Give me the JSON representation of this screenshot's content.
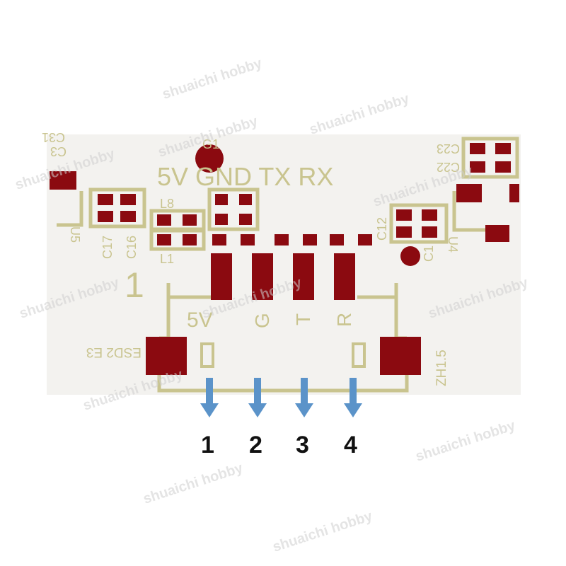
{
  "colors": {
    "board": "#f3f2ef",
    "copper": "#8b0a10",
    "pad_ring": "#ffffff",
    "silk": "#c9c48f",
    "arrow": "#5b93c9"
  },
  "silk_text": {
    "top_labels": "5V GND TX RX",
    "g1": "G1",
    "c3": "C3",
    "c31": "C31",
    "u5": "U5",
    "c17": "C17",
    "c16": "C16",
    "l8": "L8",
    "l1": "L1",
    "pin1_marker": "1",
    "c23": "C23",
    "c22": "C22",
    "c12": "C12",
    "c1": "C1",
    "u4": "U4",
    "esd": "ESD2 E3",
    "zh": "ZH1.5",
    "pad_5v": "5V",
    "pad_g": "G",
    "pad_t": "T",
    "pad_r": "R"
  },
  "pin_numbers": [
    "1",
    "2",
    "3",
    "4"
  ],
  "watermark": "shuaichi hobby"
}
